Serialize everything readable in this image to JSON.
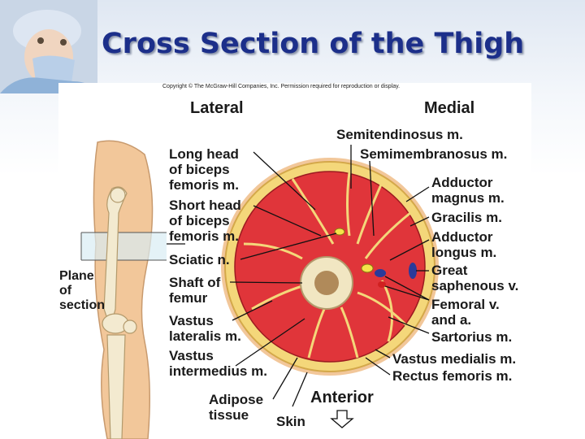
{
  "slide": {
    "title": "Cross Section of the Thigh",
    "copyright": "Copyright © The McGraw-Hill Companies, Inc. Permission required for reproduction or display."
  },
  "labels": {
    "lateral": "Lateral",
    "medial": "Medial",
    "semitendinosus": "Semitendinosus m.",
    "semimembranosus": "Semimembranosus m.",
    "long_head": [
      "Long head",
      "of biceps",
      "femoris m."
    ],
    "short_head": [
      "Short head",
      "of biceps",
      "femoris m."
    ],
    "sciatic": "Sciatic n.",
    "shaft": [
      "Shaft of",
      "femur"
    ],
    "vastus_lateralis": [
      "Vastus",
      "lateralis m."
    ],
    "vastus_intermedius": [
      "Vastus",
      "intermedius m."
    ],
    "adipose": [
      "Adipose",
      "tissue"
    ],
    "skin": "Skin",
    "anterior": "Anterior",
    "adductor_magnus": [
      "Adductor",
      "magnus m."
    ],
    "gracilis": "Gracilis m.",
    "adductor_longus": [
      "Adductor",
      "longus m."
    ],
    "great_saphenous": [
      "Great",
      "saphenous v."
    ],
    "femoral": [
      "Femoral v.",
      "and a."
    ],
    "sartorius": "Sartorius m.",
    "vastus_medialis": "Vastus medialis m.",
    "rectus_femoris": "Rectus femoris m.",
    "plane": [
      "Plane",
      "of",
      "section"
    ]
  },
  "colors": {
    "title": "#1c2f8a",
    "muscle": "#e0353a",
    "muscle_dark": "#b81e26",
    "adipose": "#f4d77a",
    "bone": "#f1e6c2",
    "marrow": "#b08a5a",
    "skin": "#f2c79a",
    "leader": "#111111"
  }
}
